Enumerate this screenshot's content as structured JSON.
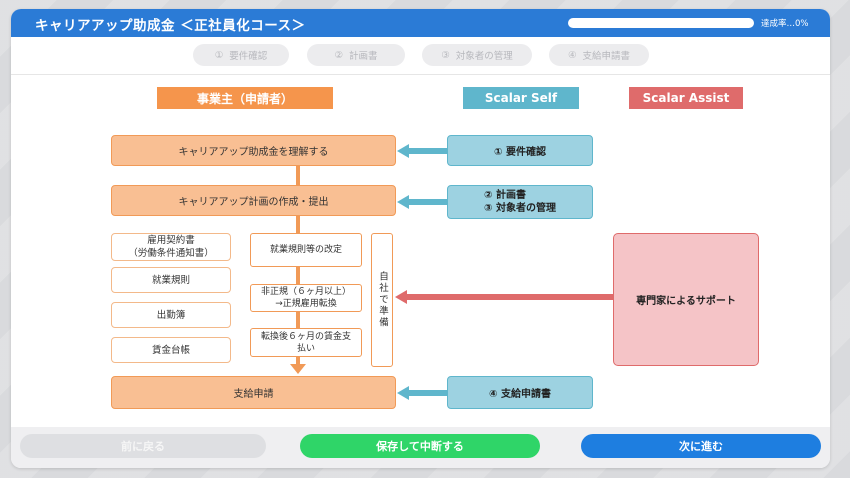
{
  "header": {
    "title": "キャリアアップ助成金 ＜正社員化コース＞",
    "progress_value": 0,
    "progress_label": "達成率…0%"
  },
  "steps": [
    {
      "num": "①",
      "label": "要件確認"
    },
    {
      "num": "②",
      "label": "計画書"
    },
    {
      "num": "③",
      "label": "対象者の管理"
    },
    {
      "num": "④",
      "label": "支給申請書"
    }
  ],
  "columns": {
    "employer": "事業主（申請者）",
    "self": "Scalar Self",
    "assist": "Scalar Assist"
  },
  "flow": {
    "understand": "キャリアアップ助成金を理解する",
    "plan": "キャリアアップ計画の作成・提出",
    "apply": "支給申請"
  },
  "self_boxes": {
    "req_check": "① 要件確認",
    "plan_line1": "② 計画書",
    "plan_line2": "③ 対象者の管理",
    "apply_doc": "④ 支給申請書"
  },
  "docs": {
    "contract_line1": "雇用契約書",
    "contract_line2": "（労働条件通知書）",
    "rules": "就業規則",
    "attendance": "出勤簿",
    "wage_ledger": "賃金台帳"
  },
  "prep_steps": {
    "rules_revision": "就業規則等の改定",
    "conversion_line1": "非正規（６ヶ月以上）",
    "conversion_line2": "→正規雇用転換",
    "wage_line1": "転換後６ヶ月の賃金支",
    "wage_line2": "払い"
  },
  "self_prep": "自社で準備",
  "assist_box": "専門家によるサポート",
  "footer": {
    "back": "前に戻る",
    "save": "保存して中断する",
    "next": "次に進む"
  }
}
